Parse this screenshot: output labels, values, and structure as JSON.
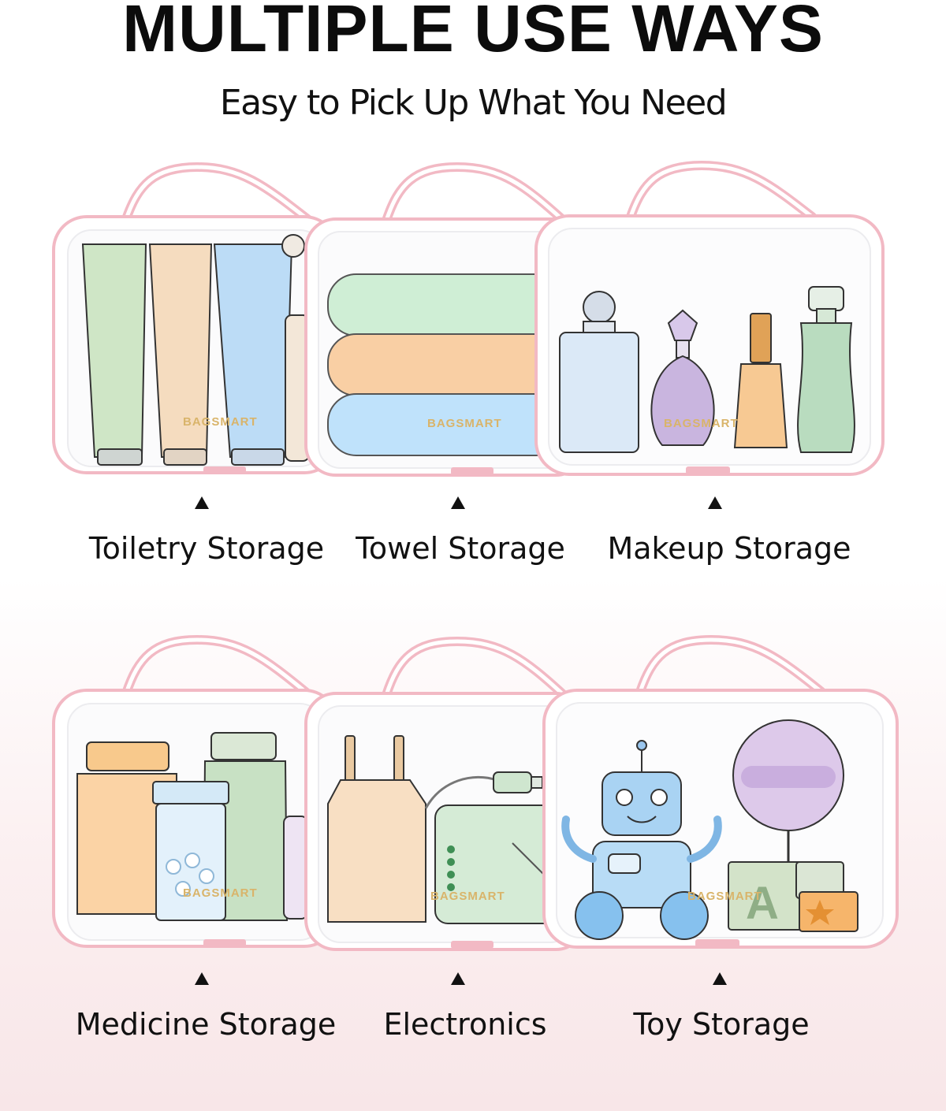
{
  "header": {
    "title": "MULTIPLE USE WAYS",
    "subtitle": "Easy to Pick Up What You Need"
  },
  "brand_mark": "BAGSMART",
  "colors": {
    "trim": "#f2b9c4",
    "text": "#111111"
  },
  "rows": [
    {
      "items": [
        {
          "label": "Toiletry Storage",
          "icon": "toiletry-tubes"
        },
        {
          "label": "Towel Storage",
          "icon": "folded-towels"
        },
        {
          "label": "Makeup Storage",
          "icon": "perfume-bottles"
        }
      ]
    },
    {
      "items": [
        {
          "label": "Medicine Storage",
          "icon": "pill-bottles"
        },
        {
          "label": "Electronics",
          "icon": "charger-powerbank"
        },
        {
          "label": "Toy Storage",
          "icon": "robot-toy"
        }
      ]
    }
  ]
}
